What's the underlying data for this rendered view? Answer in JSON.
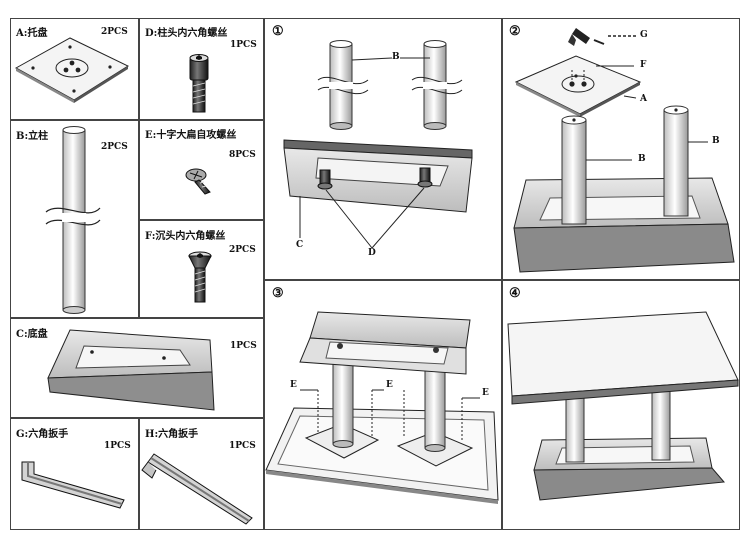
{
  "parts": {
    "a": {
      "label": "A:托盘",
      "qty": "2PCS"
    },
    "b": {
      "label": "B:立柱",
      "qty": "2PCS"
    },
    "c": {
      "label": "C:底盘",
      "qty": "1PCS"
    },
    "d": {
      "label": "D:柱头内六角螺丝",
      "qty": "1PCS"
    },
    "e": {
      "label": "E:十字大扁自攻螺丝",
      "qty": "8PCS"
    },
    "f": {
      "label": "F:沉头内六角螺丝",
      "qty": "2PCS"
    },
    "g": {
      "label": "G:六角扳手",
      "qty": "1PCS"
    },
    "h": {
      "label": "H:六角扳手",
      "qty": "1PCS"
    }
  },
  "steps": {
    "s1": {
      "num": "①",
      "callouts": {
        "b1": "B",
        "c": "C",
        "d": "D"
      }
    },
    "s2": {
      "num": "②",
      "callouts": {
        "g": "G",
        "f": "F",
        "a": "A",
        "b1": "B",
        "b2": "B"
      }
    },
    "s3": {
      "num": "③",
      "callouts": {
        "e1": "E",
        "e2": "E",
        "e3": "E"
      }
    },
    "s4": {
      "num": "④"
    }
  }
}
